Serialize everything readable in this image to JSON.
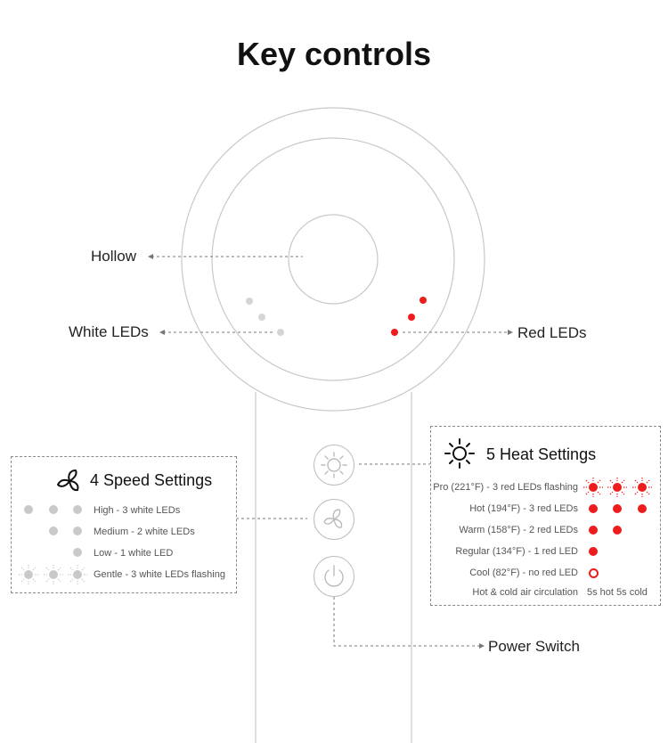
{
  "title": "Key controls",
  "callouts": {
    "hollow": "Hollow",
    "white_leds": "White LEDs",
    "red_leds": "Red LEDs",
    "power_switch": "Power Switch"
  },
  "speed_panel": {
    "title": "4 Speed Settings",
    "icon": "fan-icon",
    "rows": [
      {
        "label": "High - 3 white LEDs",
        "leds": 3,
        "flashing": false
      },
      {
        "label": "Medium - 2 white LEDs",
        "leds": 2,
        "flashing": false
      },
      {
        "label": "Low - 1 white LED",
        "leds": 1,
        "flashing": false
      },
      {
        "label": "Gentle - 3 white LEDs flashing",
        "leds": 3,
        "flashing": true
      }
    ]
  },
  "heat_panel": {
    "title": "5 Heat Settings",
    "icon": "sun-icon",
    "rows": [
      {
        "label": "Pro (221°F) - 3 red LEDs flashing",
        "leds": 3,
        "flashing": true
      },
      {
        "label": "Hot (194°F) - 3 red LEDs",
        "leds": 3,
        "flashing": false
      },
      {
        "label": "Warm (158°F) - 2 red LEDs",
        "leds": 2,
        "flashing": false
      },
      {
        "label": "Regular (134°F) - 1 red LED",
        "leds": 1,
        "flashing": false
      },
      {
        "label": "Cool (82°F) - no red LED",
        "leds": 0,
        "flashing": false
      }
    ],
    "circulation_label": "Hot & cold air circulation",
    "circulation_value": "5s hot 5s cold"
  },
  "colors": {
    "red_led": "#ee1c1c",
    "white_led": "#c9c9c9",
    "outline": "#c8c8c8",
    "dashed_line": "#777777"
  }
}
